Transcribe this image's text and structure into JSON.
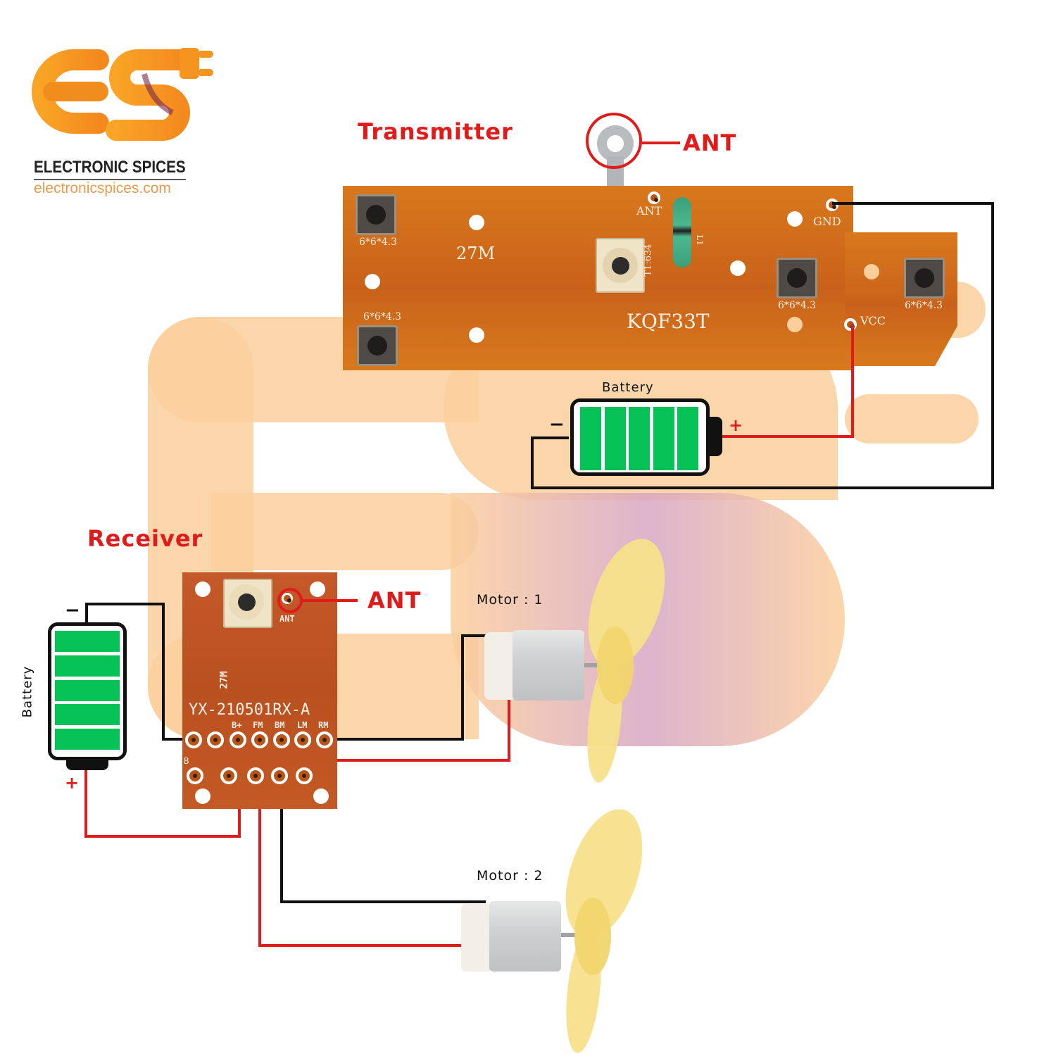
{
  "brand": {
    "logo_letters": "ES",
    "name": "ELECTRONIC SPICES",
    "website": "electronicspices.com",
    "accent_color": "#f7a21b"
  },
  "transmitter": {
    "title": "Transmitter",
    "antenna_label": "ANT",
    "board_model": "KQF33T",
    "frequency": "27M",
    "pin_labels": {
      "ant": "ANT",
      "gnd": "GND",
      "vcc": "VCC"
    },
    "inductor_label": "L1",
    "coil_label": "T1:634",
    "button_size_label": "6*6*4.3",
    "buttons": [
      {
        "name": "button-top-left",
        "label": "6*6*4.3"
      },
      {
        "name": "button-bottom-left",
        "label": "6*6*4.3"
      },
      {
        "name": "button-mid-right",
        "label": "6*6*4.3"
      },
      {
        "name": "button-far-right",
        "label": "6*6*4.3"
      }
    ],
    "battery": {
      "label": "Battery",
      "minus": "−",
      "plus": "+",
      "cells": 5
    }
  },
  "receiver": {
    "title": "Receiver",
    "antenna_label": "ANT",
    "board_ant_label": "ANT",
    "board_model": "YX-210501RX-A",
    "frequency": "27M",
    "pin_labels": [
      "B+",
      "FM",
      "BM",
      "LM",
      "RM"
    ],
    "side_mark": "B",
    "battery": {
      "label": "Battery",
      "minus": "−",
      "plus": "+",
      "cells": 5
    }
  },
  "motors": [
    {
      "label": "Motor : 1"
    },
    {
      "label": "Motor : 2"
    }
  ],
  "colors": {
    "wire_positive": "#e01b1b",
    "wire_negative": "#111111",
    "battery_cell": "#06c256",
    "pcb": "#d06a1a"
  }
}
